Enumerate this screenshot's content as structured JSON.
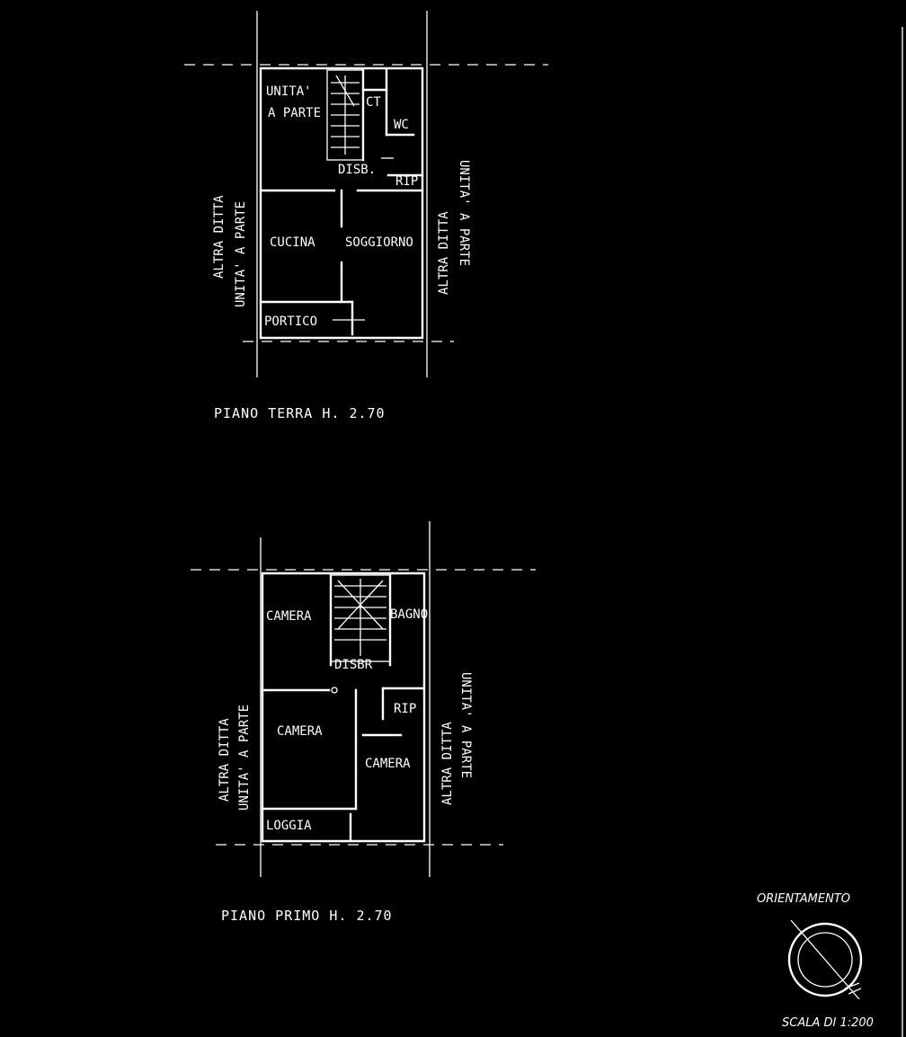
{
  "ground_floor": {
    "title": "PIANO TERRA H. 2.70",
    "rooms": {
      "unita_1": "UNITA'",
      "unita_2": "A PARTE",
      "ct": "CT",
      "wc": "WC",
      "disb": "DISB.",
      "rip": "RIP",
      "cucina": "CUCINA",
      "soggiorno": "SOGGIORNO",
      "portico": "PORTICO"
    },
    "left_neighbor": {
      "line1": "ALTRA DITTA",
      "line2": "UNITA' A PARTE"
    },
    "right_neighbor": {
      "line1": "ALTRA DITTA",
      "line2": "UNITA' A PARTE"
    }
  },
  "first_floor": {
    "title": "PIANO PRIMO H. 2.70",
    "rooms": {
      "camera_1": "CAMERA",
      "bagno": "BAGNO",
      "disbr": "DISBR",
      "rip": "RIP",
      "camera_2": "CAMERA",
      "camera_3": "CAMERA",
      "loggia": "LOGGIA"
    },
    "left_neighbor": {
      "line1": "ALTRA DITTA",
      "line2": "UNITA' A PARTE"
    },
    "right_neighbor": {
      "line1": "ALTRA DITTA",
      "line2": "UNITA' A PARTE"
    }
  },
  "orientation_label": "ORIENTAMENTO",
  "scale_label": "SCALA DI 1:200",
  "colors": {
    "background": "#000000",
    "ink": "#ffffff"
  }
}
